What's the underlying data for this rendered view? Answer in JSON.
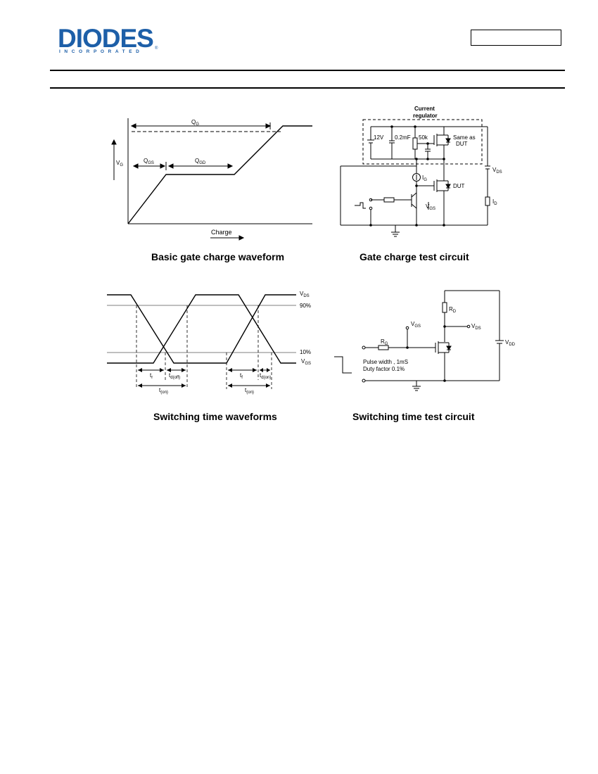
{
  "header": {
    "logo_text": "DIODES",
    "logo_subtext": "INCORPORATED",
    "logo_mark": "®",
    "brand_color": "#1d5fa8"
  },
  "figures": {
    "gate_charge_waveform": {
      "caption": "Basic gate charge waveform",
      "labels": {
        "qg": "Q",
        "qg_sub": "G",
        "qgs": "Q",
        "qgs_sub": "GS",
        "qgd": "Q",
        "qgd_sub": "GD",
        "vg": "V",
        "vg_sub": "G",
        "charge": "Charge"
      }
    },
    "gate_charge_circuit": {
      "caption": "Gate charge test circuit",
      "labels": {
        "regulator_line1": "Current",
        "regulator_line2": "regulator",
        "v12": "12V",
        "cap": "0.2mF",
        "res": "50k",
        "same_as_1": "Same as",
        "same_as_2": "DUT",
        "ig": "I",
        "ig_sub": "G",
        "dut": "DUT",
        "vds": "V",
        "vds_sub": "DS",
        "id": "I",
        "id_sub": "D",
        "vgs": "V",
        "vgs_sub": "GS"
      }
    },
    "switching_waveforms": {
      "caption": "Switching time waveforms",
      "labels": {
        "vds": "V",
        "vds_sub": "DS",
        "p90": "90%",
        "p10": "10%",
        "vgs": "V",
        "vgs_sub": "GS",
        "tr": "t",
        "tr_sub": "r",
        "tdoff": "t",
        "tdoff_sub": "d(off)",
        "ton": "t",
        "ton_sub": "(on)",
        "tf": "t",
        "tf_sub": "f",
        "tdon": "t",
        "tdon_sub": "d(on)",
        "toff": "t",
        "toff_sub": "(on)"
      }
    },
    "switching_circuit": {
      "caption": "Switching time test circuit",
      "labels": {
        "rd": "R",
        "rd_sub": "D",
        "vgs_top": "V",
        "vgs_top_sub": "GS",
        "vds": "V",
        "vds_sub": "DS",
        "rg": "R",
        "rg_sub": "G",
        "vdd": "V",
        "vdd_sub": "DD",
        "pulse1": "Pulse width ,  1mS",
        "pulse2": "Duty factor 0.1%"
      }
    }
  }
}
